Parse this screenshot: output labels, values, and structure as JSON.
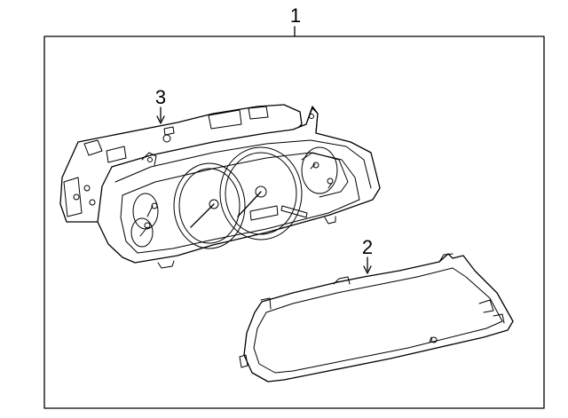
{
  "diagram": {
    "callouts": [
      {
        "id": "assembly",
        "label": "1"
      },
      {
        "id": "lens",
        "label": "2"
      },
      {
        "id": "case",
        "label": "3"
      }
    ],
    "line_color": "#000000",
    "background": "#ffffff"
  }
}
